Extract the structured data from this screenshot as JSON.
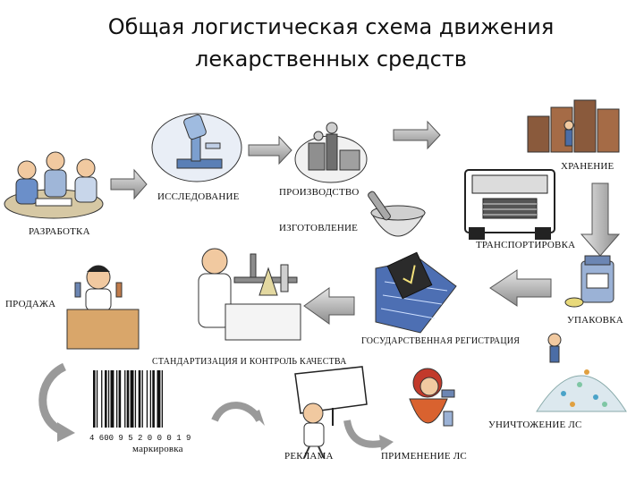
{
  "title_line1": "Общая логистическая схема движения",
  "title_line2": "лекарственных средств",
  "labels": {
    "hranenie": "ХРАНЕНИЕ",
    "issledovanie": "ИССЛЕДОВАНИЕ",
    "proizvodstvo": "ПРОИЗВОДСТВО",
    "razrabotka": "РАЗРАБОТКА",
    "izgotovlenie": "ИЗГОТОВЛЕНИЕ",
    "transportirovka": "ТРАНСПОРТИРОВКА",
    "prodazha": "ПРОДАЖА",
    "upakovka": "УПАКОВКА",
    "gos_registraciya": "ГОСУДАРСТВЕННАЯ РЕГИСТРАЦИЯ",
    "standartizaciya": "СТАНДАРТИЗАЦИЯ И КОНТРОЛЬ КАЧЕСТВА",
    "unichtozhenie": "УНИЧТОЖЕНИЕ ЛС",
    "markirovka": "маркировка",
    "reklama": "РЕКЛАМА",
    "primenenie": "ПРИМЕНЕНИЕ ЛС"
  },
  "barcode_digits": "4  600 9 5 2 0 0 0 1 9"
}
